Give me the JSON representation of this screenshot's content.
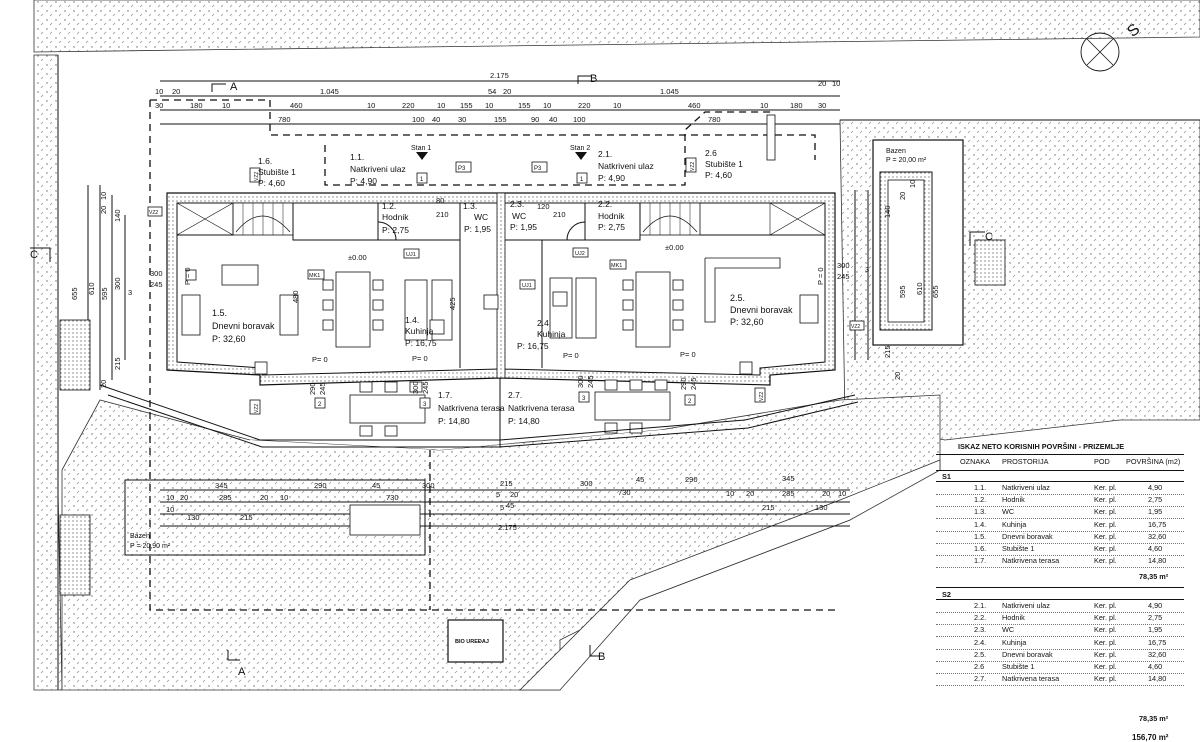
{
  "compass": {
    "label": "S"
  },
  "sections": {
    "a": "A",
    "b": "B",
    "c": "C"
  },
  "dims": {
    "total": "2.175",
    "half_a": "1.045",
    "half_b": "1.045",
    "d10": "10",
    "d20": "20",
    "d30": "30",
    "d54": "54",
    "d5": "5",
    "d180": "180",
    "d460": "460",
    "d220": "220",
    "d155": "155",
    "d780": "780",
    "d100": "100",
    "d40": "40",
    "d90": "90",
    "d140": "140",
    "d610": "610",
    "d655": "655",
    "d595": "595",
    "d300": "300",
    "d245": "245",
    "d215": "215",
    "d345": "345",
    "d290": "290",
    "d45": "45",
    "d730": "730",
    "d285": "285",
    "d130": "130",
    "d80": "80",
    "d210": "210",
    "d120": "120",
    "d425": "425",
    "d480": "480",
    "d3": "3",
    "d2": "2",
    "d1": "1"
  },
  "rooms": {
    "r16": {
      "num": "1.6.",
      "name": "Stubište 1",
      "area": "P: 4,60"
    },
    "r11": {
      "num": "1.1.",
      "name": "Natkriveni ulaz",
      "area": "P: 4,90"
    },
    "r21": {
      "num": "2.1.",
      "name": "Natkriveni ulaz",
      "area": "P: 4,90"
    },
    "r26": {
      "num": "2.6",
      "name": "Stubište 1",
      "area": "P: 4,60"
    },
    "r12": {
      "num": "1.2.",
      "name": "Hodnik",
      "area": "P: 2,75"
    },
    "r13": {
      "num": "1.3.",
      "name": "WC",
      "area": "P: 1,95"
    },
    "r23": {
      "num": "2.3.",
      "name": "WC",
      "area": "P: 1,95"
    },
    "r22": {
      "num": "2.2.",
      "name": "Hodnik",
      "area": "P: 2,75"
    },
    "r15": {
      "num": "1.5.",
      "name": "Dnevni boravak",
      "area": "P: 32,60"
    },
    "r14": {
      "num": "1.4.",
      "name": "Kuhinja",
      "area": "P: 16,75"
    },
    "r24": {
      "num": "2.4.",
      "name": "Kuhinja",
      "area": "P: 16,75"
    },
    "r25": {
      "num": "2.5.",
      "name": "Dnevni boravak",
      "area": "P: 32,60"
    },
    "r17": {
      "num": "1.7.",
      "name": "Natkrivena terasa",
      "area": "P: 14,80"
    },
    "r27": {
      "num": "2.7.",
      "name": "Natkrivena terasa",
      "area": "P: 14,80"
    }
  },
  "pool_right": {
    "name": "Bazen",
    "area": "P = 20,00 m²"
  },
  "pool_left": {
    "name": "Bazen",
    "area": "P = 20,90 m²"
  },
  "bio": "BIO UREĐAJ",
  "levels": {
    "zero": "±0.00",
    "p0": "P= 0",
    "p0b": "P = 0"
  },
  "tags": {
    "p3": "P3",
    "vz2": "VZ2",
    "mk1": "MK1",
    "uj1": "UJ1",
    "uj2": "UJ2",
    "stan1": "Stan 1",
    "stan2": "Stan 2"
  },
  "table": {
    "title": "ISKAZ NETO KORISNIH POVRŠINI - PRIZEMLJE",
    "headers": [
      "OZNAKA",
      "PROSTORIJA",
      "POD",
      "POVRŠINA (m2)"
    ],
    "s1": {
      "label": "S1",
      "rows": [
        [
          "1.1.",
          "Natkriveni ulaz",
          "Ker. pl.",
          "4,90"
        ],
        [
          "1.2.",
          "Hodnik",
          "Ker. pl.",
          "2,75"
        ],
        [
          "1.3.",
          "WC",
          "Ker. pl.",
          "1,95"
        ],
        [
          "1.4.",
          "Kuhinja",
          "Ker. pl.",
          "16,75"
        ],
        [
          "1.5.",
          "Dnevni boravak",
          "Ker. pl.",
          "32,60"
        ],
        [
          "1.6.",
          "Stubište 1",
          "Ker. pl.",
          "4,60"
        ],
        [
          "1.7.",
          "Natkrivena terasa",
          "Ker. pl.",
          "14,80"
        ]
      ],
      "total": "78,35 m²"
    },
    "s2": {
      "label": "S2",
      "rows": [
        [
          "2.1.",
          "Natkriveni ulaz",
          "Ker. pl.",
          "4,90"
        ],
        [
          "2.2.",
          "Hodnik",
          "Ker. pl.",
          "2,75"
        ],
        [
          "2.3.",
          "WC",
          "Ker. pl.",
          "1,95"
        ],
        [
          "2.4.",
          "Kuhinja",
          "Ker. pl.",
          "16,75"
        ],
        [
          "2.5.",
          "Dnevni boravak",
          "Ker. pl.",
          "32,60"
        ],
        [
          "2.6",
          "Stubište 1",
          "Ker. pl.",
          "4,60"
        ],
        [
          "2.7.",
          "Natkrivena terasa",
          "Ker. pl.",
          "14,80"
        ]
      ],
      "total": "78,35 m²"
    },
    "grand_total": "156,70 m²"
  }
}
